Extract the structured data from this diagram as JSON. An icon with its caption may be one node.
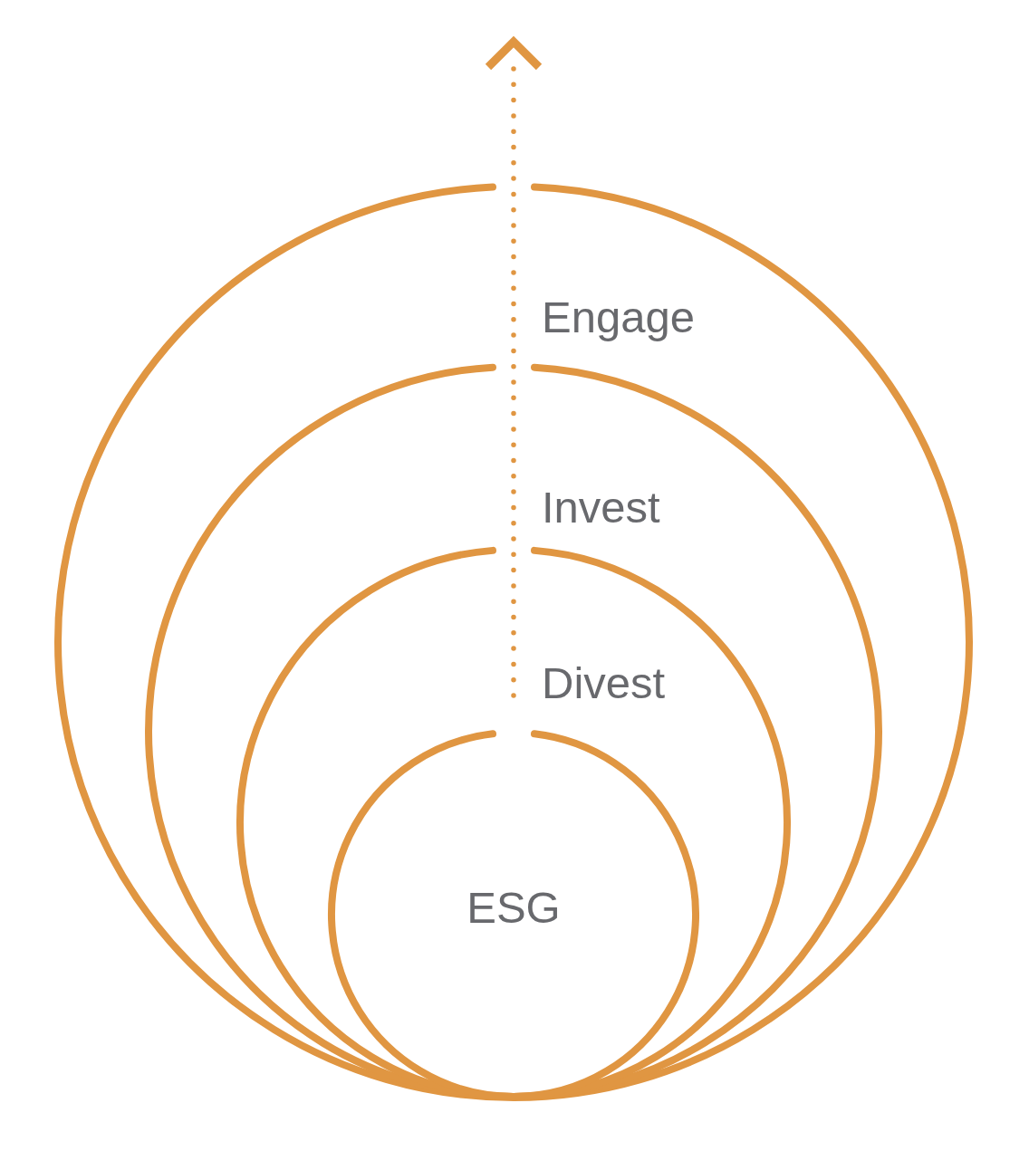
{
  "diagram": {
    "nodes": [
      {
        "text": [
          "Engage"
        ]
      },
      {
        "text": [
          "Invest"
        ],
        "in": 0
      },
      {
        "text": [
          "Divest"
        ],
        "in": 1
      },
      {
        "text": [
          "ESG"
        ],
        "in": 2
      }
    ]
  }
}
